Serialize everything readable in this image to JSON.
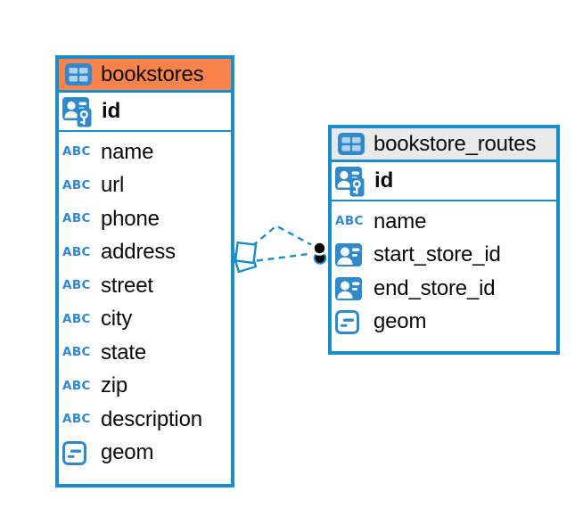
{
  "diagram": {
    "colors": {
      "accent_blue": "#1a8dcc",
      "icon_blue": "#3089cb",
      "text": "#0a0a0a",
      "background": "#ffffff",
      "connector_dot": "#000000"
    },
    "icons": {
      "abc_glyph": "ABC"
    },
    "tables": [
      {
        "name": "bookstores",
        "icon": "table-icon",
        "header_bg": "#f9834a",
        "primary_key": {
          "name": "id",
          "icon": "person-key-icon"
        },
        "columns": [
          {
            "name": "name",
            "icon": "abc-icon"
          },
          {
            "name": "url",
            "icon": "abc-icon"
          },
          {
            "name": "phone",
            "icon": "abc-icon"
          },
          {
            "name": "address",
            "icon": "abc-icon"
          },
          {
            "name": "street",
            "icon": "abc-icon"
          },
          {
            "name": "city",
            "icon": "abc-icon"
          },
          {
            "name": "state",
            "icon": "abc-icon"
          },
          {
            "name": "zip",
            "icon": "abc-icon"
          },
          {
            "name": "description",
            "icon": "abc-icon"
          },
          {
            "name": "geom",
            "icon": "geometry-icon"
          }
        ]
      },
      {
        "name": "bookstore_routes",
        "icon": "table-icon",
        "header_bg": "#e9e9e9",
        "primary_key": {
          "name": "id",
          "icon": "person-key-icon"
        },
        "columns": [
          {
            "name": "name",
            "icon": "abc-icon"
          },
          {
            "name": "start_store_id",
            "icon": "person-icon"
          },
          {
            "name": "end_store_id",
            "icon": "person-icon"
          },
          {
            "name": "geom",
            "icon": "geometry-icon"
          }
        ]
      }
    ],
    "relationship": {
      "style": "dashed",
      "from_table": "bookstore_routes",
      "from_columns": [
        "start_store_id",
        "end_store_id"
      ],
      "to_table": "bookstores",
      "line_count": 2
    }
  }
}
